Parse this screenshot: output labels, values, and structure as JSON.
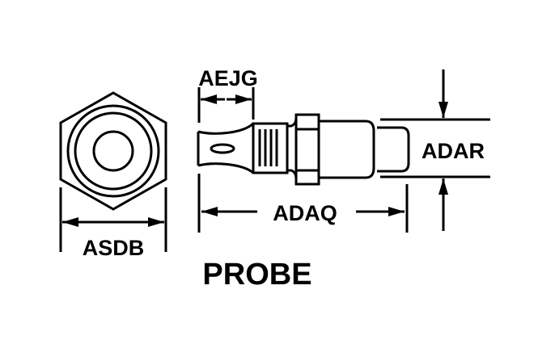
{
  "title": "PROBE",
  "dimensions": {
    "across_flats": "ASDB",
    "tip_length": "AEJG",
    "overall_length": "ADAQ",
    "tip_diameter": "ADAR"
  },
  "colors": {
    "line": "#000000",
    "background": "#ffffff"
  }
}
